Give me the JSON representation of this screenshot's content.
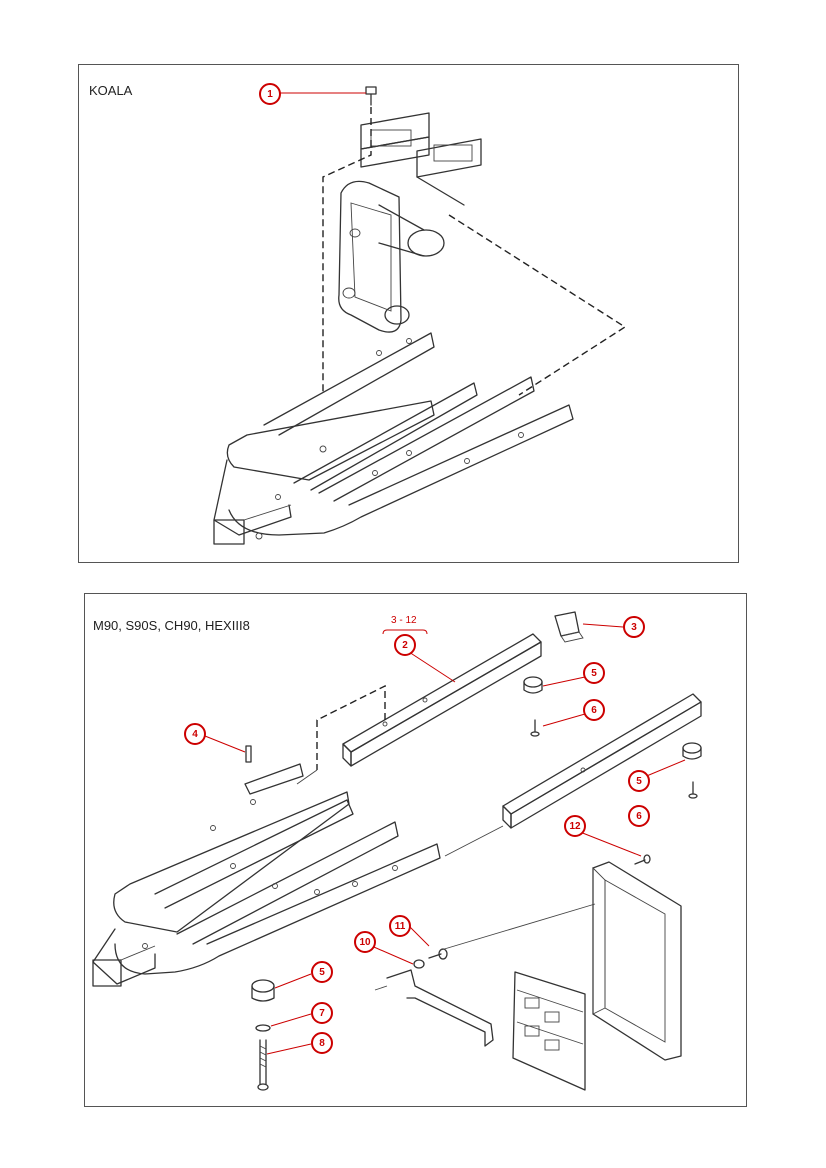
{
  "panels": [
    {
      "title": "KOALA"
    },
    {
      "title": "M90, S90S, CH90, HEXIII8"
    }
  ],
  "callouts_top": [
    "1"
  ],
  "callouts_bottom": [
    "2",
    "3",
    "4",
    "5",
    "6",
    "5",
    "6",
    "12",
    "11",
    "10",
    "5",
    "7",
    "8"
  ],
  "range_label": "3 - 12",
  "colors": {
    "callout": "#cc0000",
    "line": "#333333",
    "frame": "#555555"
  }
}
